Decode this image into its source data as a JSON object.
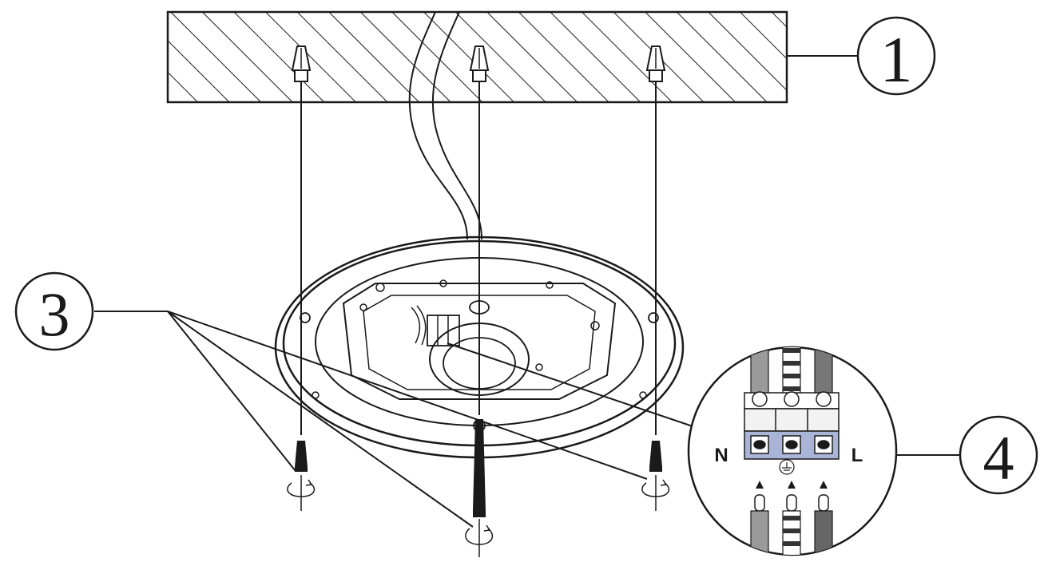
{
  "callouts": {
    "c1": "1",
    "c3": "3",
    "c4": "4"
  },
  "terminal": {
    "left_label": "N",
    "right_label": "L"
  },
  "colors": {
    "line": "#1a1a1a",
    "wire_grey": "#9a9a9a",
    "wire_dark": "#555555",
    "terminal_blue": "#aab4d6"
  }
}
